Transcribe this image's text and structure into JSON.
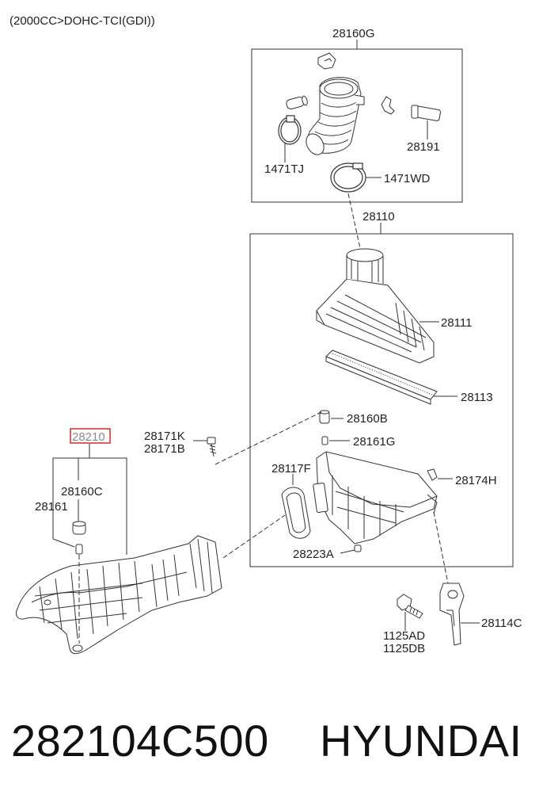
{
  "header": {
    "engine_spec": "(2000CC>DOHC-TCI(GDI))"
  },
  "callouts": {
    "c28160G": "28160G",
    "c28191": "28191",
    "c1471TJ": "1471TJ",
    "c1471WD": "1471WD",
    "c28110": "28110",
    "c28111": "28111",
    "c28113": "28113",
    "c28160B": "28160B",
    "c28161G": "28161G",
    "c28117F": "28117F",
    "c28174H": "28174H",
    "c28223A": "28223A",
    "c28171K": "28171K",
    "c28171B": "28171B",
    "c28210": "28210",
    "c28160C": "28160C",
    "c28161": "28161",
    "c1125AD": "1125AD",
    "c1125DB": "1125DB",
    "c28114C": "28114C"
  },
  "highlight_color": "#d42a2a",
  "footer": {
    "part_number": "282104C500",
    "brand": "HYUNDAI"
  }
}
